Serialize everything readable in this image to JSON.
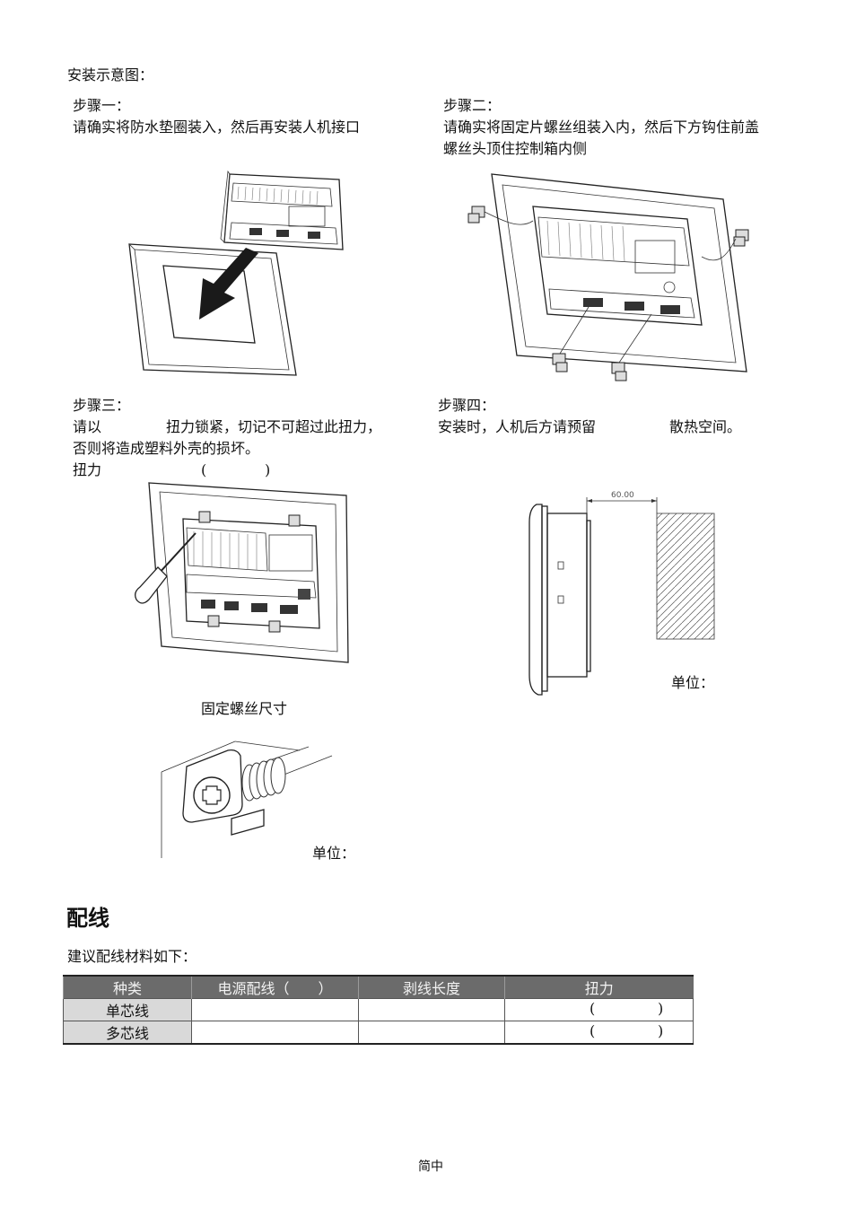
{
  "install": {
    "heading": "安装示意图：",
    "step1": {
      "title": "步骤一：",
      "text": "请确实将防水垫圈装入，然后再安装人机接口"
    },
    "step2": {
      "title": "步骤二：",
      "line1": "请确实将固定片螺丝组装入内，然后下方钩住前盖",
      "line2": "螺丝头顶住控制箱内侧"
    },
    "step3": {
      "title": "步骤三：",
      "line1a": "请以",
      "line1b": "扭力锁紧，切记不可超过此扭力，",
      "line2": "否则将造成塑料外壳的损坏。",
      "line3a": "扭力",
      "line3b": "(",
      "line3c": ")"
    },
    "step4": {
      "title": "步骤四：",
      "line1a": "安装时，人机后方请预留",
      "line1b": "散热空间。"
    },
    "dimension_value": "60.00",
    "unit_label_1": "单位：",
    "screw_title": "固定螺丝尺寸",
    "unit_label_2": "单位："
  },
  "wiring": {
    "title": "配线",
    "intro": "建议配线材料如下：",
    "headers": [
      "种类",
      "电源配线（　　）",
      "剥线长度",
      "扭力"
    ],
    "rows": [
      {
        "type": "单芯线",
        "open": "(",
        "close": ")"
      },
      {
        "type": "多芯线",
        "open": "(",
        "close": ")"
      }
    ]
  },
  "footer": {
    "page_label": "简中"
  }
}
